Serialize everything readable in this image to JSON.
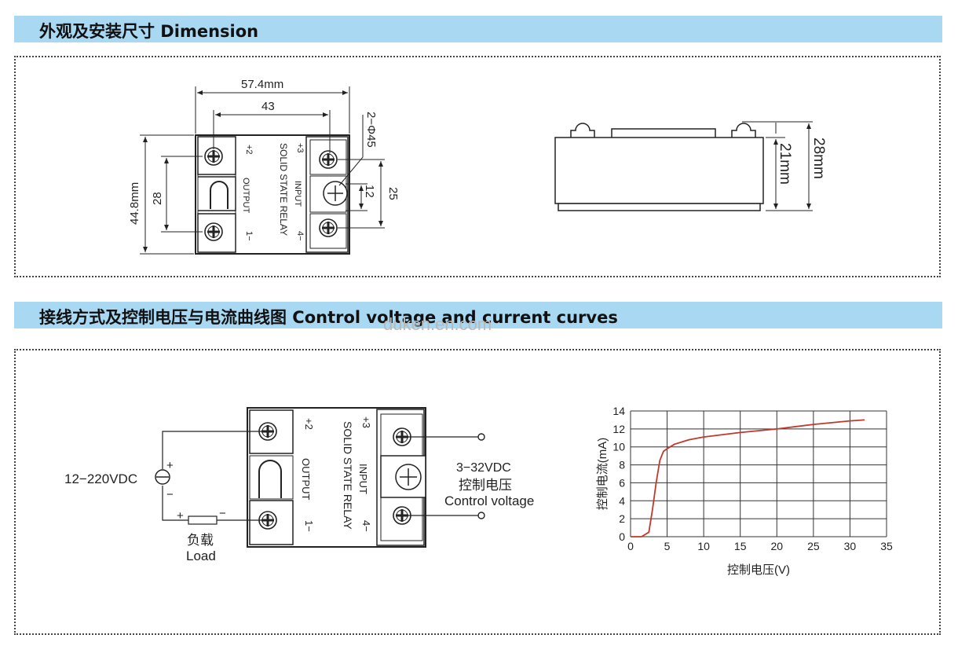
{
  "sections": [
    {
      "title": "外观及安装尺寸   Dimension"
    },
    {
      "title": "接线方式及控制电压与电流曲线图 Control voltage and current curves"
    }
  ],
  "watermark": "duken.en.com",
  "dimension": {
    "width_total": "57.4mm",
    "width_holes": "43",
    "height_total": "44.8mm",
    "height_holes": "28",
    "hole_label": "2−Φ45",
    "input_gap": "12",
    "terminal_span": "25",
    "side_height_total": "28mm",
    "side_height_body": "21mm"
  },
  "relay": {
    "terminal_1": "1−",
    "terminal_2": "+2",
    "terminal_3": "+3",
    "terminal_4": "4−",
    "output_label": "OUTPUT",
    "name": "SOLID STATE RELAY",
    "input_label": "INPUT"
  },
  "wiring": {
    "supply": "12−220VDC",
    "plus": "+",
    "minus": "−",
    "load_cn": "负载",
    "load_en": "Load",
    "control_range": "3−32VDC",
    "control_cn": "控制电压",
    "control_en": "Control voltage"
  },
  "chart_data": {
    "type": "line",
    "xlabel": "控制电压(V)",
    "ylabel": "控制电流(mA)",
    "xlim": [
      0,
      35
    ],
    "ylim": [
      0,
      14
    ],
    "xticks": [
      0,
      5,
      10,
      15,
      20,
      25,
      30,
      35
    ],
    "yticks": [
      0,
      2,
      4,
      6,
      8,
      10,
      12,
      14
    ],
    "grid": true,
    "line_color": "#c0392b",
    "series": [
      {
        "x": [
          0,
          1.5,
          2.5,
          3,
          3.5,
          4,
          4.5,
          5,
          6,
          8,
          10,
          15,
          20,
          25,
          30,
          32
        ],
        "y": [
          0,
          0,
          0.5,
          3,
          6,
          8.5,
          9.5,
          9.8,
          10.3,
          10.8,
          11.1,
          11.6,
          12.0,
          12.5,
          12.9,
          13.0
        ]
      }
    ]
  }
}
